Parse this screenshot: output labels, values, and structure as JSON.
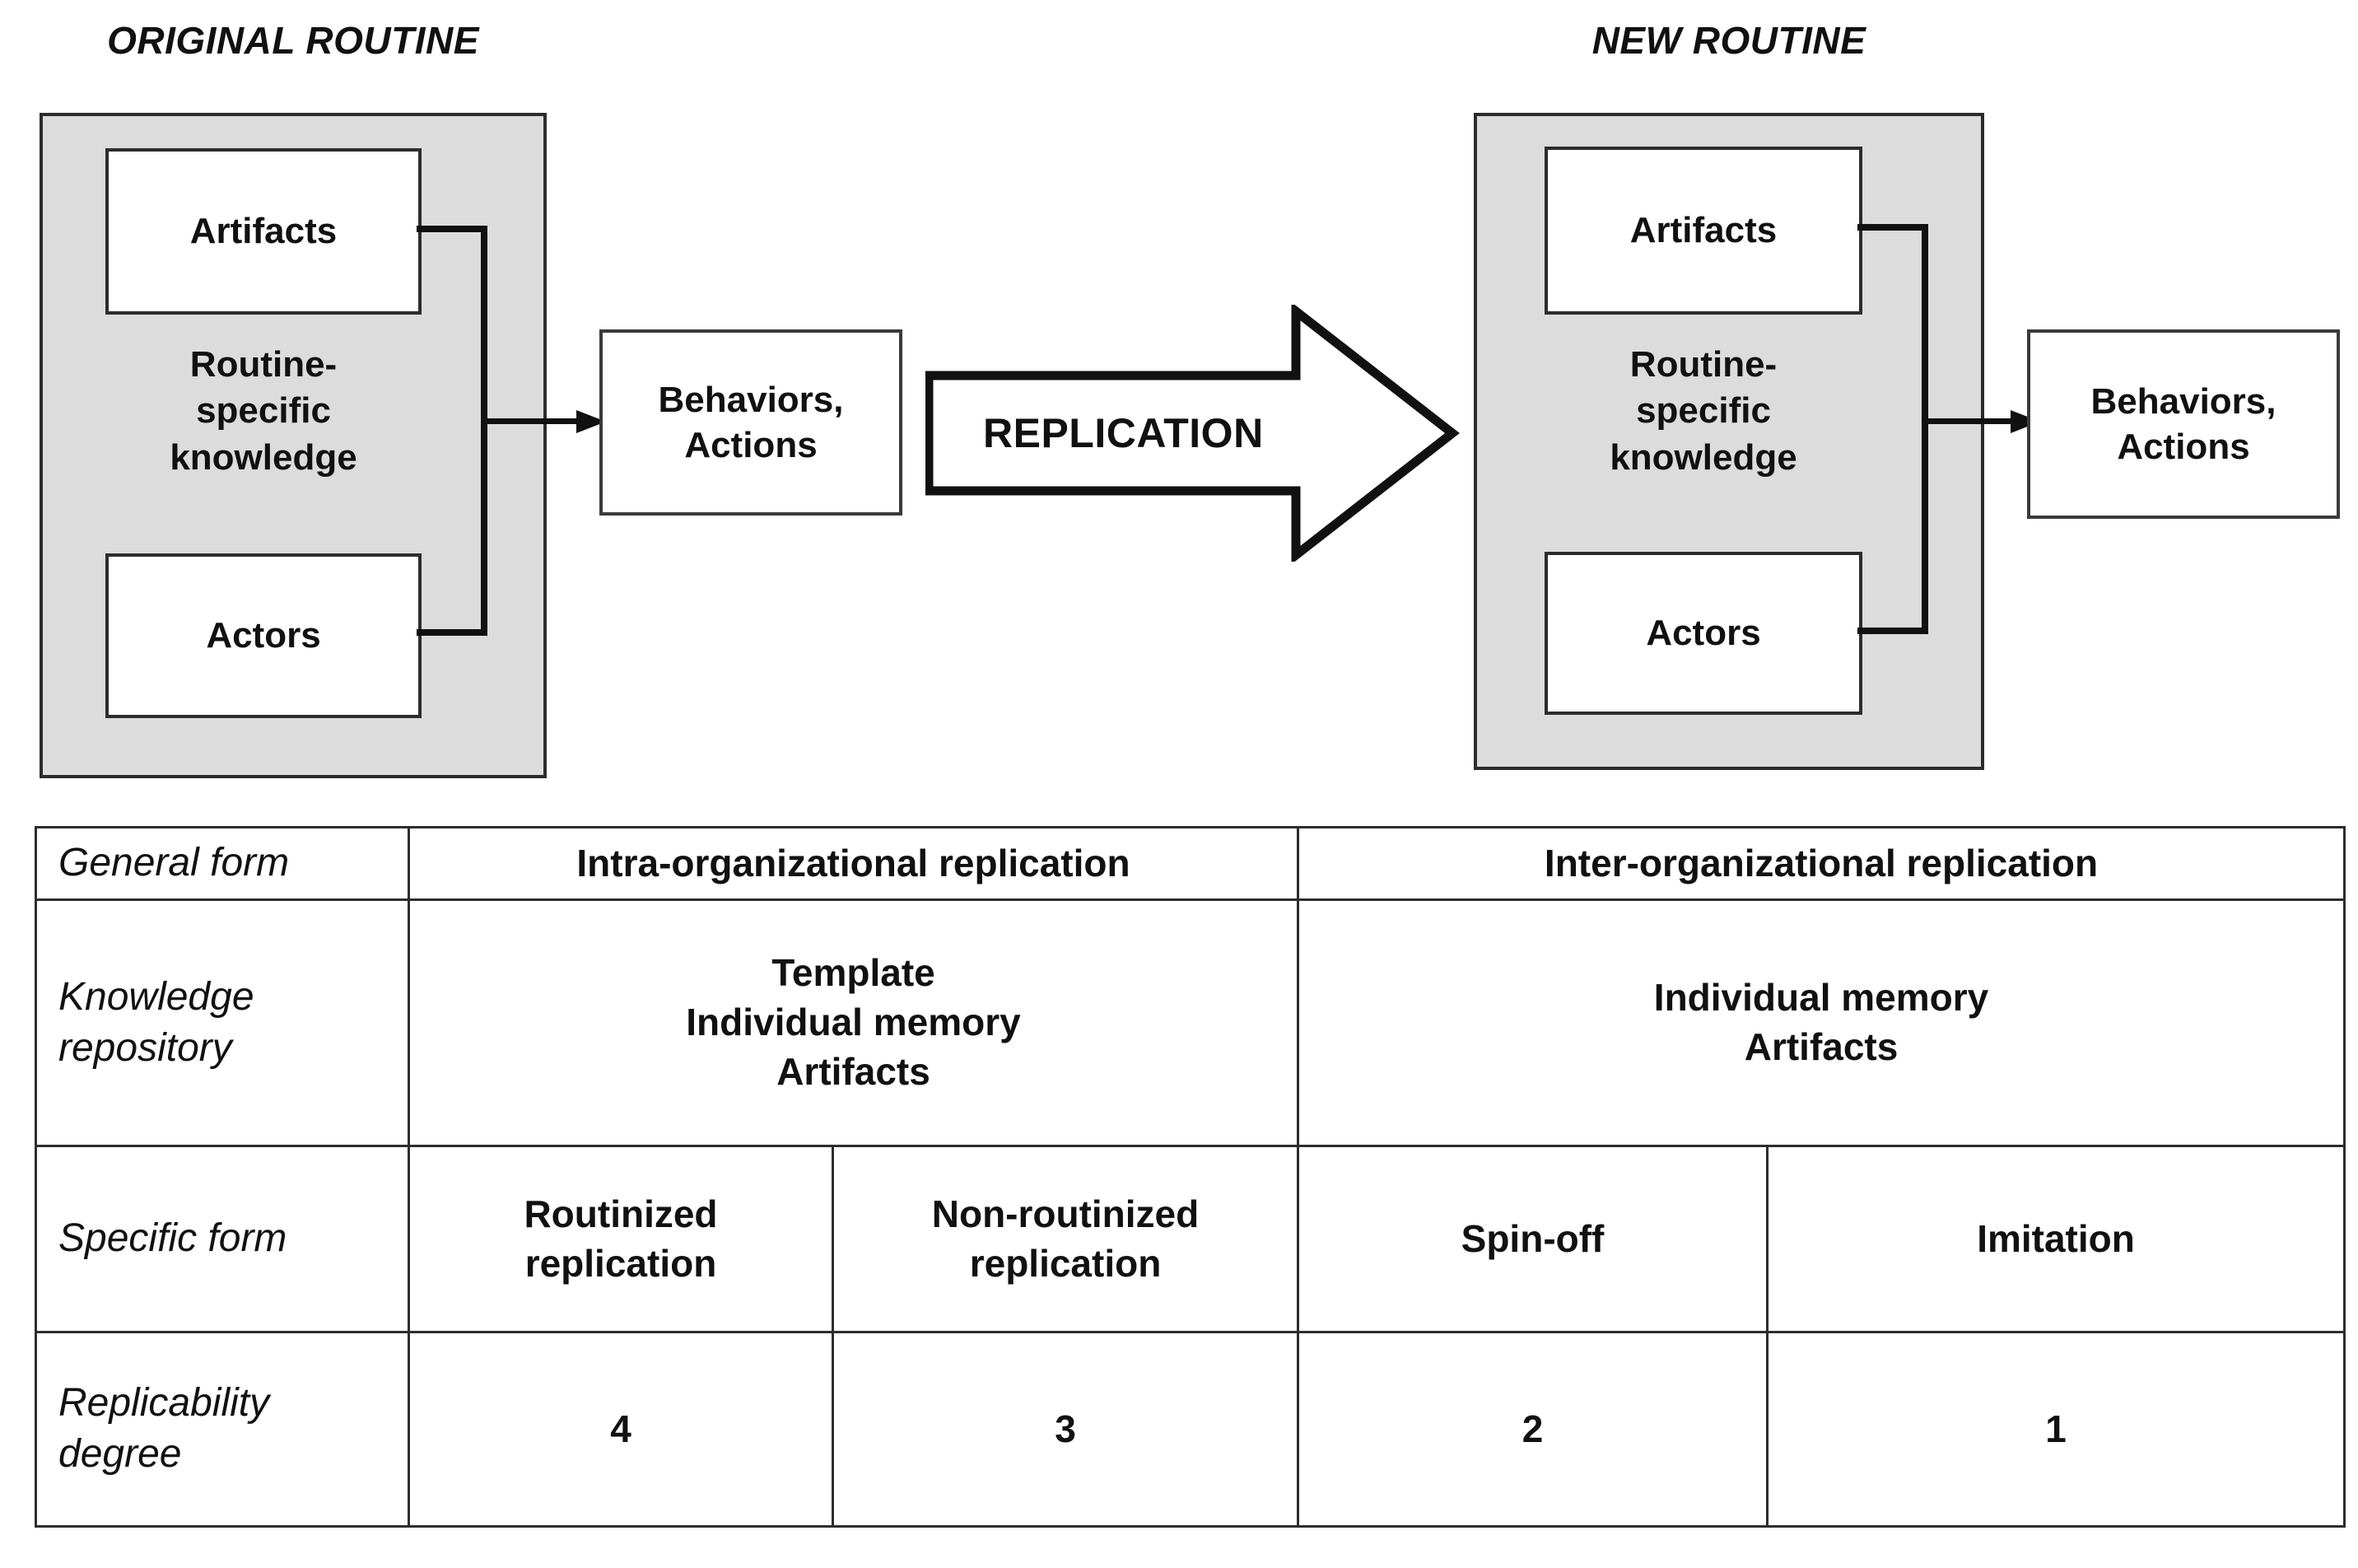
{
  "diagram": {
    "left_panel": {
      "title": "ORIGINAL ROUTINE",
      "artifacts_label": "Artifacts",
      "knowledge_label": "Routine-\nspecific\nknowledge",
      "actors_label": "Actors",
      "output_label": "Behaviors,\nActions"
    },
    "center": {
      "replication_label": "REPLICATION"
    },
    "right_panel": {
      "title": "NEW ROUTINE",
      "artifacts_label": "Artifacts",
      "knowledge_label": "Routine-\nspecific\nknowledge",
      "actors_label": "Actors",
      "output_label": "Behaviors,\nActions"
    },
    "colors": {
      "panel_fill": "#dcdcdc",
      "stroke": "#2c2c2c",
      "box_fill": "#ffffff"
    }
  },
  "matrix": {
    "rows": [
      {
        "header": "General form",
        "cells": [
          {
            "text": "Intra-organizational replication",
            "span": 2
          },
          {
            "text": "Inter-organizational replication",
            "span": 2
          }
        ]
      },
      {
        "header": "Knowledge\nrepository",
        "cells": [
          {
            "text": "Template\nIndividual memory\nArtifacts",
            "span": 2
          },
          {
            "text": "Individual memory\nArtifacts",
            "span": 2
          }
        ]
      },
      {
        "header": "Specific form",
        "cells": [
          {
            "text": "Routinized\nreplication",
            "span": 1
          },
          {
            "text": "Non-routinized\nreplication",
            "span": 1
          },
          {
            "text": "Spin-off",
            "span": 1
          },
          {
            "text": "Imitation",
            "span": 1
          }
        ]
      },
      {
        "header": "Replicability\ndegree",
        "cells": [
          {
            "text": "4",
            "span": 1
          },
          {
            "text": "3",
            "span": 1
          },
          {
            "text": "2",
            "span": 1
          },
          {
            "text": "1",
            "span": 1
          }
        ]
      }
    ]
  }
}
